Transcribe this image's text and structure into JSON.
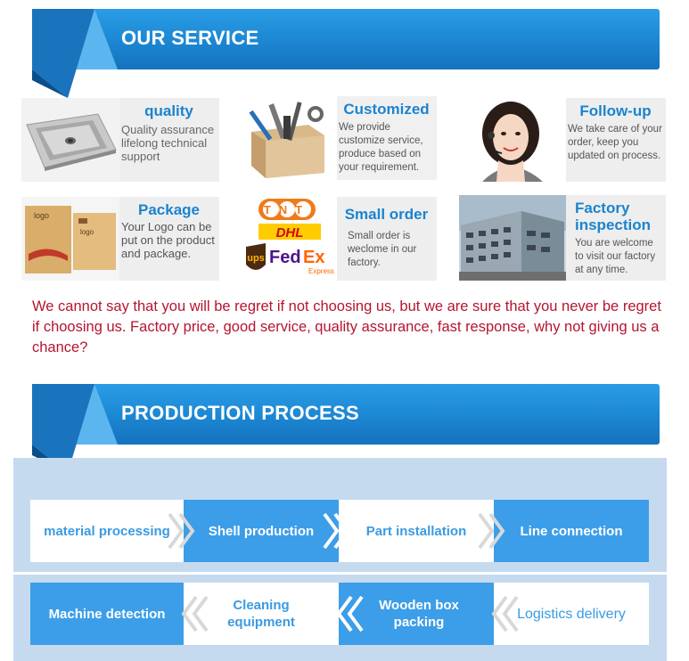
{
  "sections": {
    "service_title": "OUR SERVICE",
    "process_title": "PRODUCTION PROCESS"
  },
  "services": [
    {
      "title": "quality",
      "desc": "Quality assurance lifelong technical support",
      "icon": "sink-icon"
    },
    {
      "title": "Customized",
      "desc": "We provide customize service, produce based on your requirement.",
      "icon": "toolbox-icon"
    },
    {
      "title": "Follow-up",
      "desc": "We take care of your order, keep you updated on process.",
      "icon": "support-agent-icon"
    },
    {
      "title": "Package",
      "desc": "Your Logo can be put on the product and package.",
      "icon": "package-box-icon",
      "box_label": "logo"
    },
    {
      "title": "Small order",
      "desc": "Small order is weclome in our factory.",
      "icon": "courier-logos-icon"
    },
    {
      "title": "Factory inspection",
      "desc": "You are welcome to visit our factory at any time.",
      "icon": "factory-building-icon"
    }
  ],
  "courier_logos": {
    "tnt": "TNT",
    "dhl": "DHL",
    "ups": "ups",
    "fedex_fed": "Fed",
    "fedex_ex": "Ex",
    "fedex_sub": "Express"
  },
  "statement": "We cannot say that you will be regret if not choosing us, but we are sure that you never be regret if choosing us. Factory price, good service, quality assurance, fast response, why not giving us a chance?",
  "process_row1": [
    "material processing",
    "Shell production",
    "Part installation",
    "Line connection"
  ],
  "process_row2": [
    "Machine detection",
    "Cleaning equipment",
    "Wooden box packing",
    "Logistics delivery"
  ],
  "colors": {
    "accent_blue": "#1c86d2",
    "step_blue": "#3c9ee8",
    "statement_red": "#b5152f",
    "panel_bg": "#c6daef"
  }
}
